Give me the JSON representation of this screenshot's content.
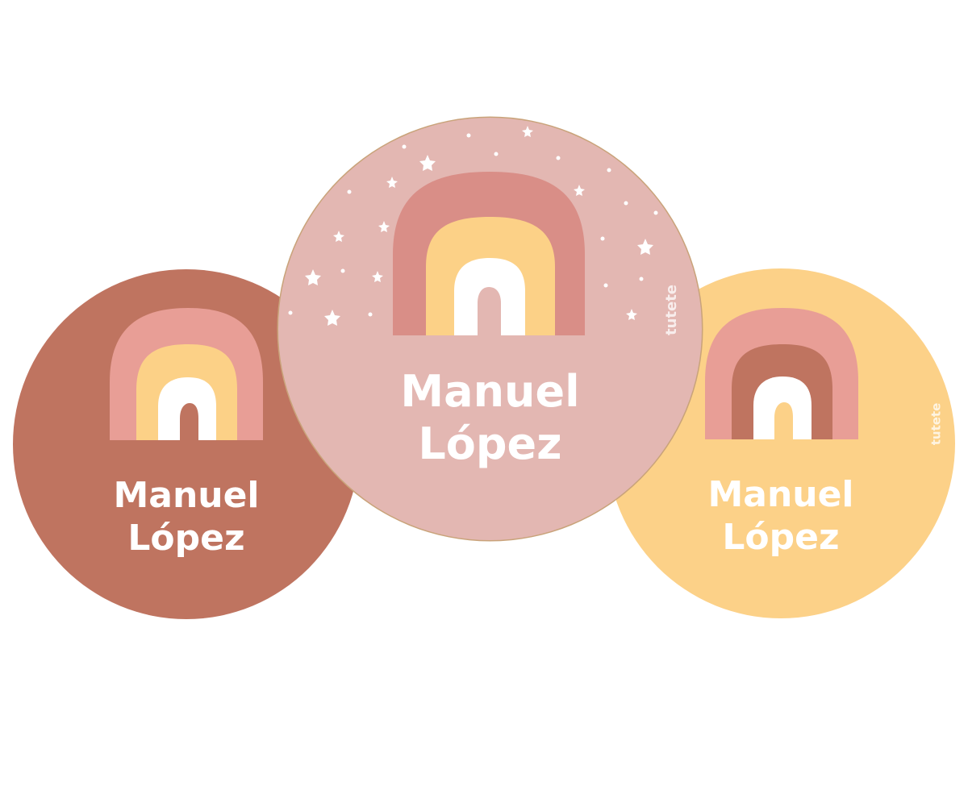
{
  "stickers": [
    {
      "id": "left",
      "first_name": "Manuel",
      "last_name": "López",
      "background": "#bf7460",
      "rainbow": [
        "#e89e96",
        "#fcd187",
        "#ffffff"
      ]
    },
    {
      "id": "center",
      "first_name": "Manuel",
      "last_name": "López",
      "brand": "tutete",
      "background": "#e3b7b2",
      "rainbow": [
        "#d98e87",
        "#fcd187",
        "#ffffff"
      ],
      "decoration": "stars"
    },
    {
      "id": "right",
      "first_name": "Manuel",
      "last_name": "López",
      "brand": "tutete",
      "background": "#fcd188",
      "rainbow": [
        "#e89e96",
        "#bf7460",
        "#ffffff"
      ]
    }
  ]
}
